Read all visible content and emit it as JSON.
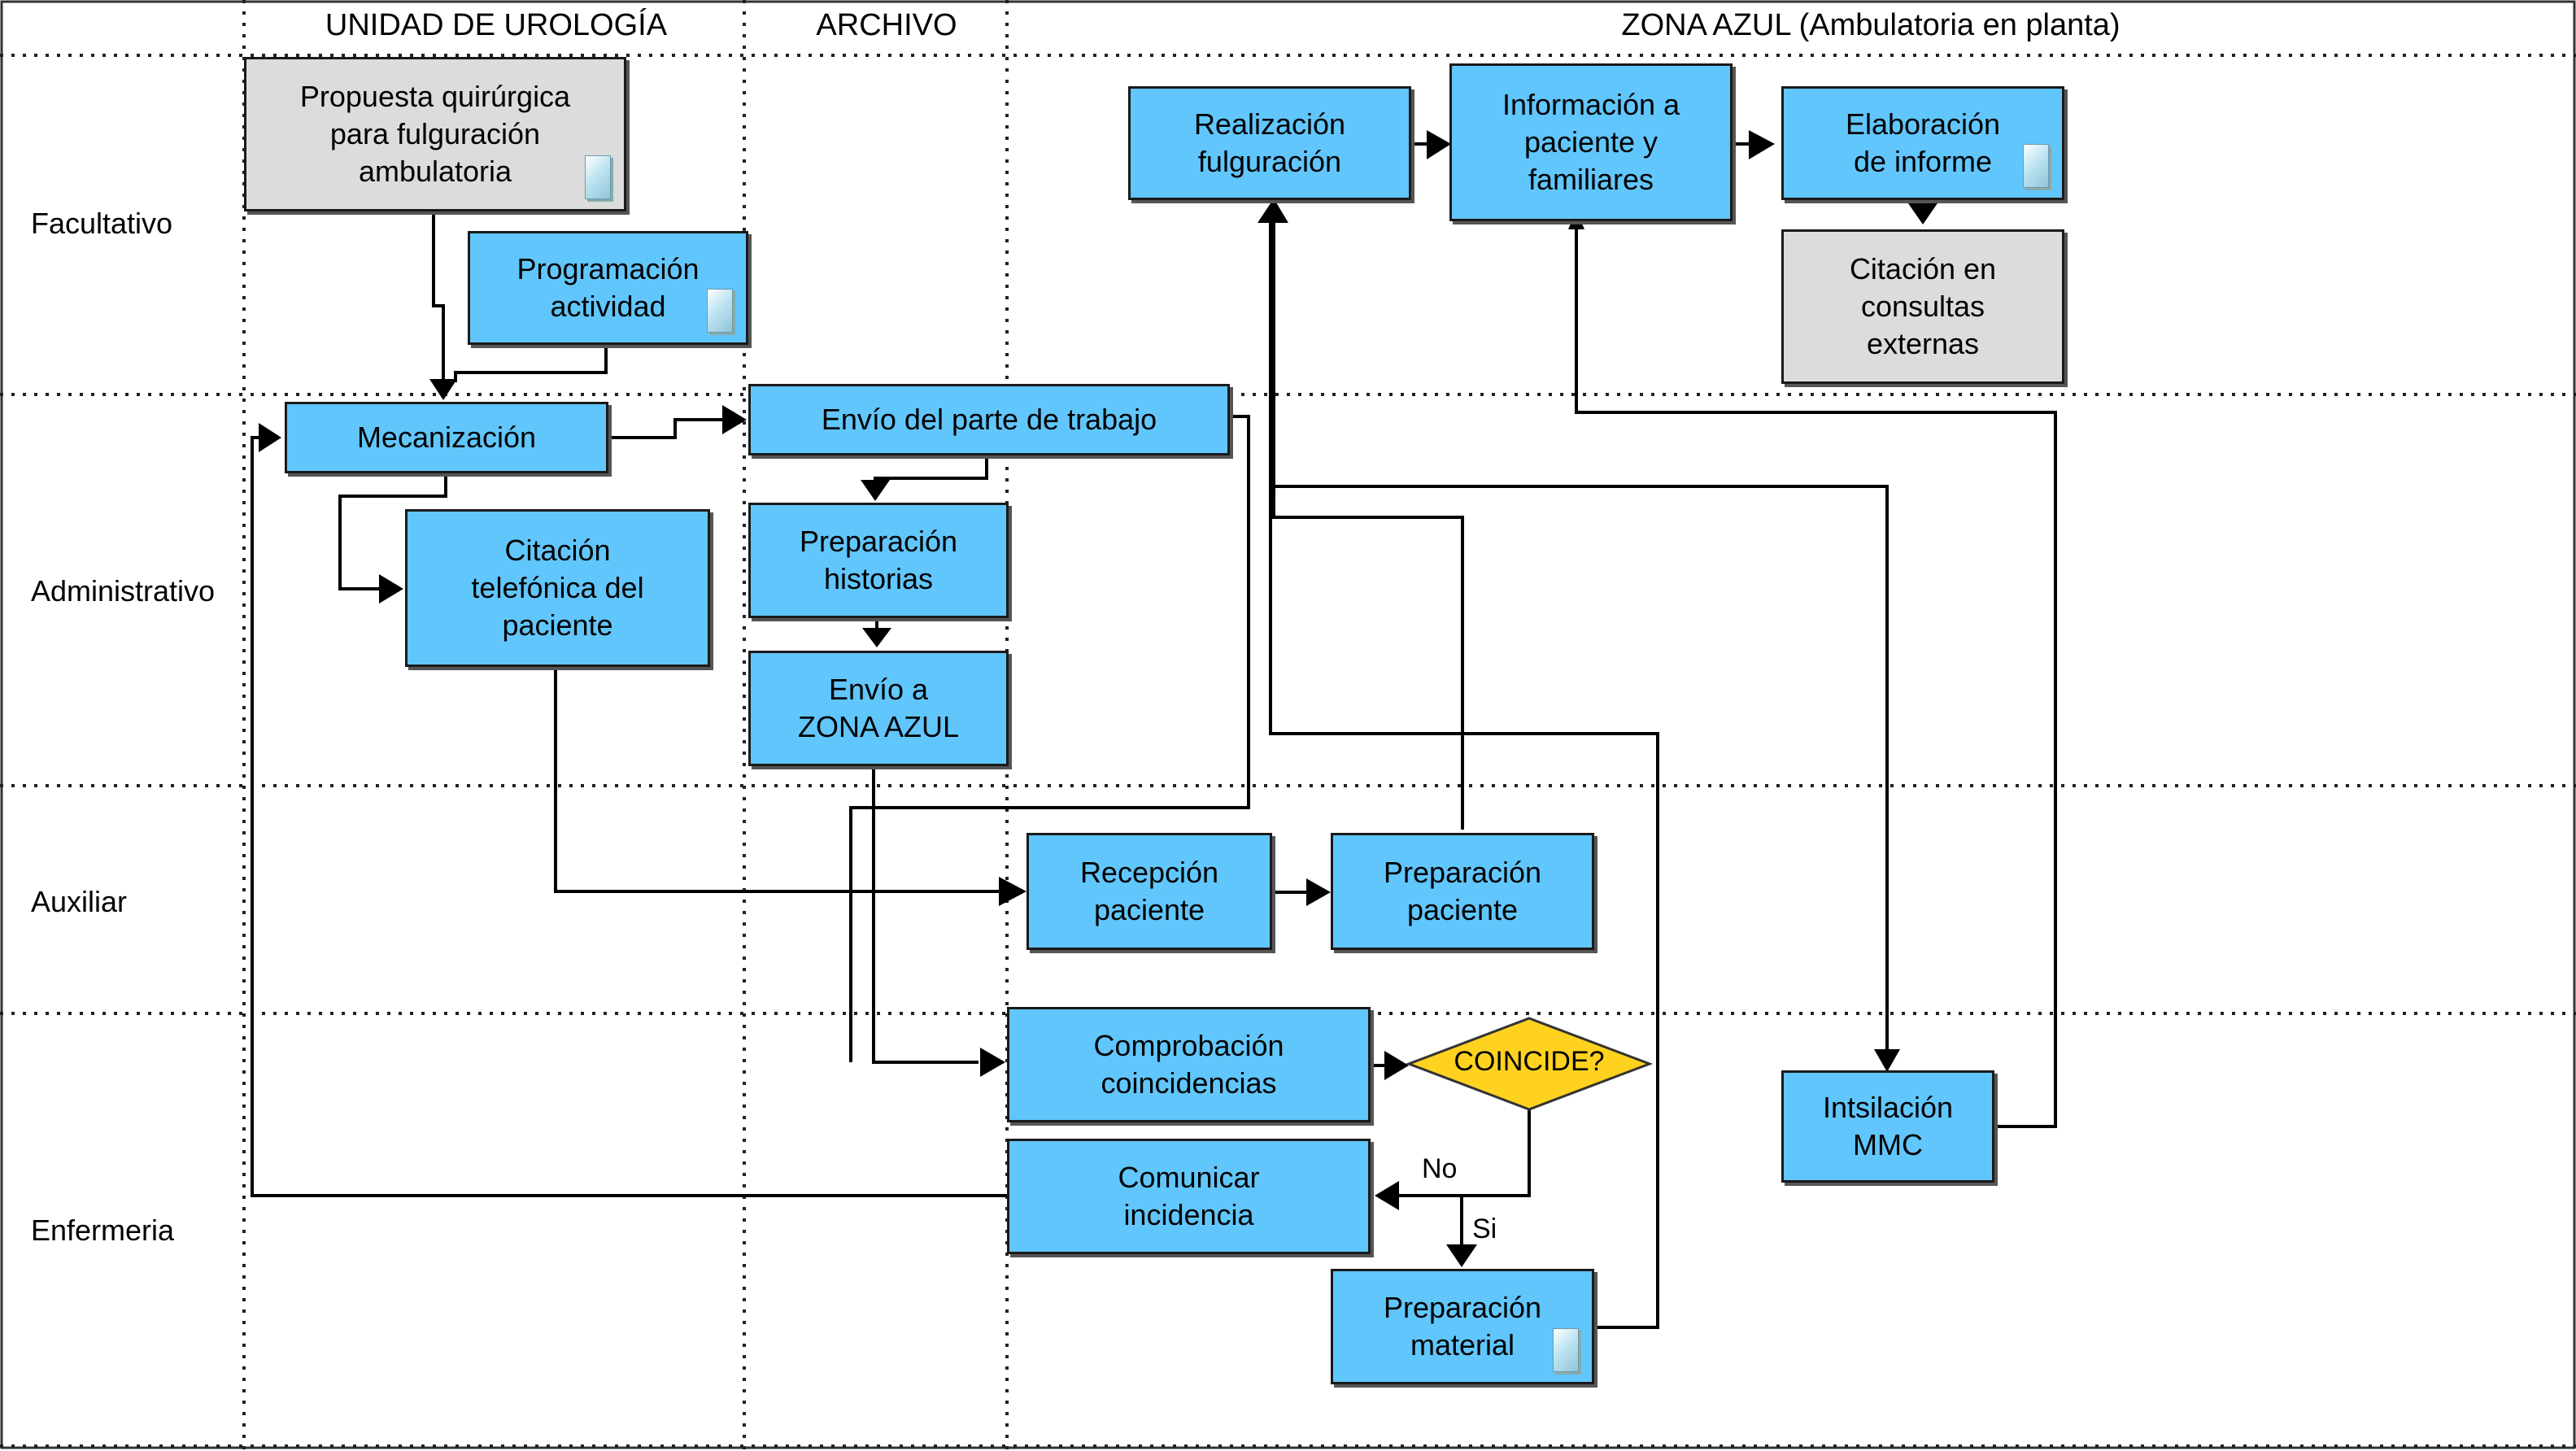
{
  "columns": {
    "urologia": "UNIDAD DE UROLOGÍA",
    "archivo": "ARCHIVO",
    "zona_azul": "ZONA AZUL (Ambulatoria en planta)"
  },
  "lanes": {
    "facultativo": "Facultativo",
    "administrativo": "Administrativo",
    "auxiliar": "Auxiliar",
    "enfermeria": "Enfermeria"
  },
  "nodes": {
    "propuesta": "Propuesta quirúrgica\npara fulguración\nambulatoria",
    "programacion": "Programación\nactividad",
    "realizacion": "Realización\nfulguración",
    "informacion": "Información a\npaciente y\nfamiliares",
    "elaboracion": "Elaboración\nde informe",
    "citacion_consultas": "Citación en\nconsultas\nexternas",
    "mecanizacion": "Mecanización",
    "envio_parte": "Envío del parte de trabajo",
    "citacion_telefonica": "Citación\ntelefónica del\npaciente",
    "preparacion_historias": "Preparación\nhistorias",
    "envio_zona": "Envío a\nZONA AZUL",
    "recepcion": "Recepción\npaciente",
    "preparacion_paciente": "Preparación\npaciente",
    "comprobacion": "Comprobación\ncoincidencias",
    "coincide": "COINCIDE?",
    "comunicar": "Comunicar\nincidencia",
    "preparacion_material": "Preparación\nmaterial",
    "instilacion": "Intsilación\nMMC"
  },
  "edge_labels": {
    "no": "No",
    "si": "Si"
  },
  "colors": {
    "process_fill": "#61c6fb",
    "grey_fill": "#dcdcdc",
    "decision_fill": "#ffd21f"
  }
}
